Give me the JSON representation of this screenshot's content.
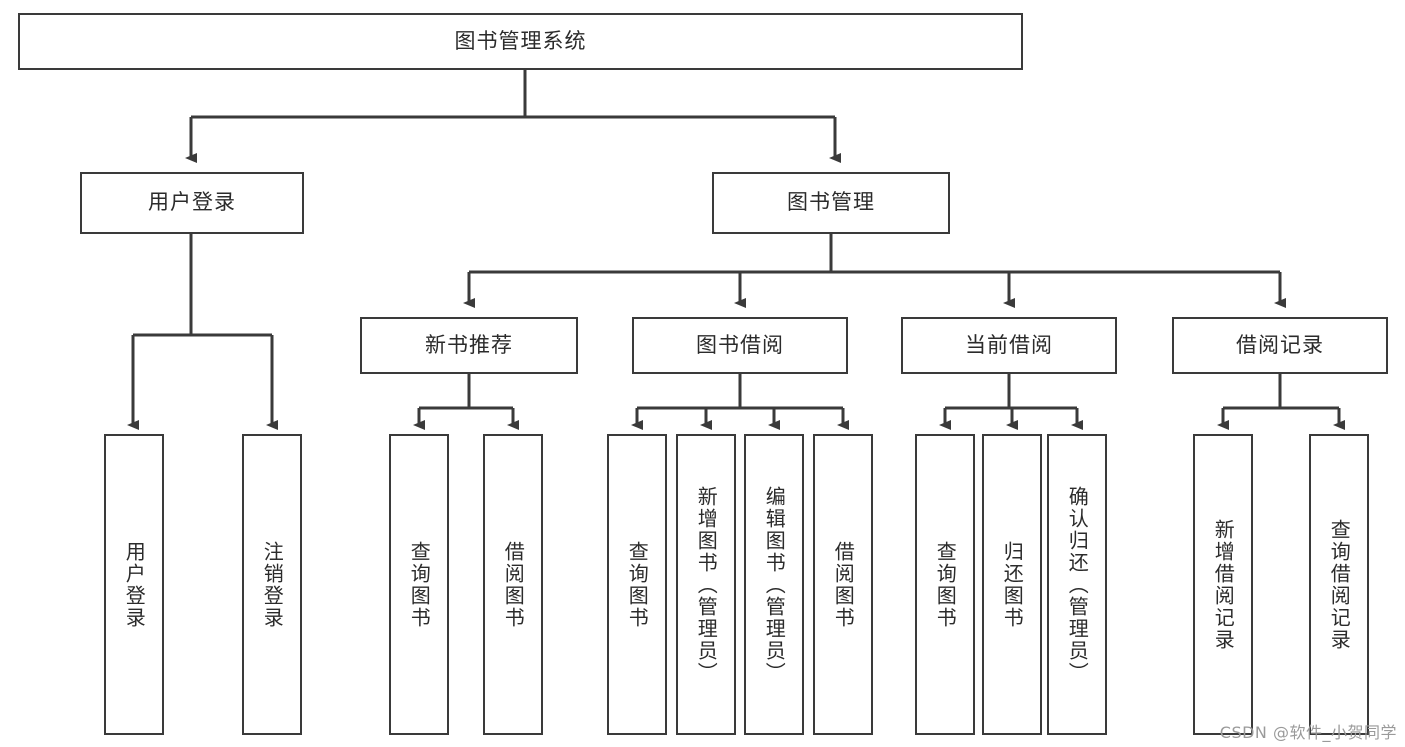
{
  "diagram": {
    "type": "tree",
    "title": "图书管理系统",
    "root": {
      "id": "root",
      "label": "图书管理系统"
    },
    "level2": [
      {
        "id": "user-login",
        "label": "用户登录"
      },
      {
        "id": "book-manage",
        "label": "图书管理"
      }
    ],
    "level3": [
      {
        "id": "new-book-recommend",
        "label": "新书推荐",
        "parent": "book-manage"
      },
      {
        "id": "book-borrow",
        "label": "图书借阅",
        "parent": "book-manage"
      },
      {
        "id": "current-borrow",
        "label": "当前借阅",
        "parent": "book-manage"
      },
      {
        "id": "borrow-record",
        "label": "借阅记录",
        "parent": "book-manage"
      }
    ],
    "leaves": [
      {
        "id": "leaf-user-login",
        "label": "用户登录",
        "parent": "user-login"
      },
      {
        "id": "leaf-logout",
        "label": "注销登录",
        "parent": "user-login"
      },
      {
        "id": "leaf-query-book-1",
        "label": "查询图书",
        "parent": "new-book-recommend"
      },
      {
        "id": "leaf-borrow-book-1",
        "label": "借阅图书",
        "parent": "new-book-recommend"
      },
      {
        "id": "leaf-query-book-2",
        "label": "查询图书",
        "parent": "book-borrow"
      },
      {
        "id": "leaf-add-book",
        "label": "新增图书（管理员）",
        "parent": "book-borrow"
      },
      {
        "id": "leaf-edit-book",
        "label": "编辑图书（管理员）",
        "parent": "book-borrow"
      },
      {
        "id": "leaf-borrow-book-2",
        "label": "借阅图书",
        "parent": "book-borrow"
      },
      {
        "id": "leaf-query-book-3",
        "label": "查询图书",
        "parent": "current-borrow"
      },
      {
        "id": "leaf-return-book",
        "label": "归还图书",
        "parent": "current-borrow"
      },
      {
        "id": "leaf-confirm-return",
        "label": "确认归还（管理员）",
        "parent": "current-borrow"
      },
      {
        "id": "leaf-add-record",
        "label": "新增借阅记录",
        "parent": "borrow-record"
      },
      {
        "id": "leaf-query-record",
        "label": "查询借阅记录",
        "parent": "borrow-record"
      }
    ],
    "colors": {
      "stroke": "#3a3a3a",
      "fill": "#ffffff",
      "text": "#2b2b2b",
      "watermark": "#9a9a9a"
    }
  },
  "watermark": {
    "text": "CSDN @软件_小贺同学"
  }
}
